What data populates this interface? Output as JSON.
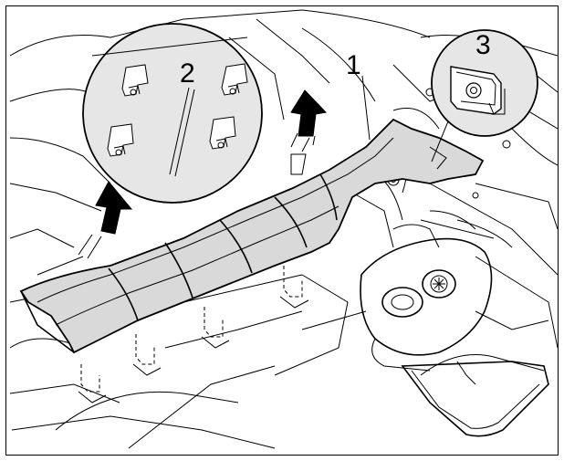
{
  "labels": {
    "trim_panel": "1",
    "clips": "2",
    "retainer_nut": "3"
  },
  "colors": {
    "line": "#000000",
    "panel_fill": "#d9d9d9",
    "detail_fill": "#e6e6e6",
    "background": "#ffffff",
    "arrow_fill": "#000000"
  }
}
